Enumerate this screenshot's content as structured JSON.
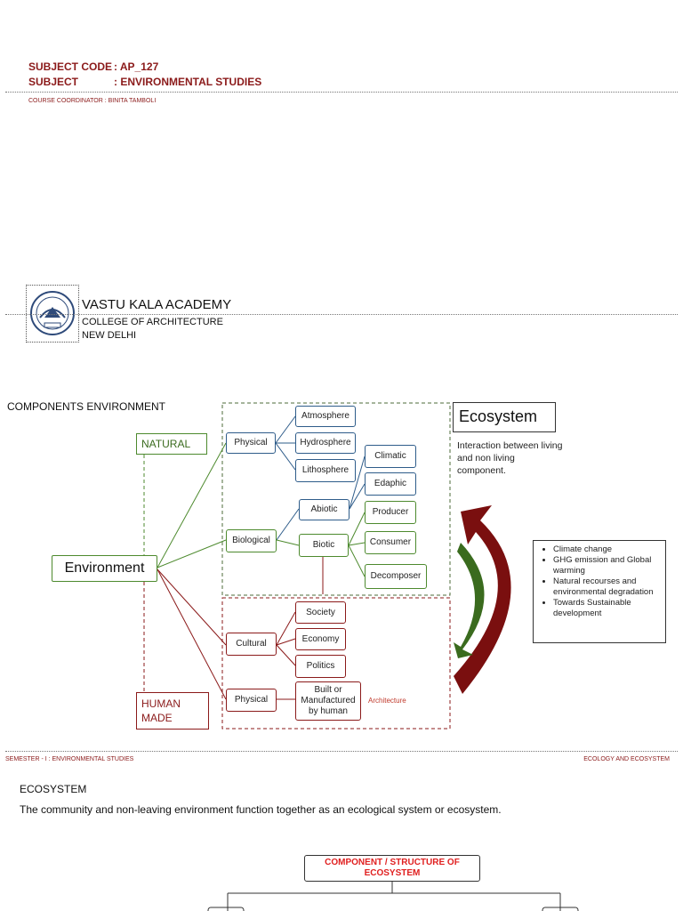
{
  "header": {
    "subject_code_label": "SUBJECT CODE",
    "subject_code_value": ": AP_127",
    "subject_label": "SUBJECT",
    "subject_value": ": ENVIRONMENTAL STUDIES",
    "coordinator": "COURSE COORDINATOR  :  BINITA TAMBOLI"
  },
  "academy": {
    "name": "VASTU KALA ACADEMY",
    "college": "COLLEGE OF ARCHITECTURE",
    "city": "NEW DELHI"
  },
  "diagram": {
    "heading": "COMPONENTS ENVIRONMENT",
    "natural": "NATURAL",
    "human_made_1": "HUMAN",
    "human_made_2": "MADE",
    "environment": "Environment",
    "physical": "Physical",
    "atmosphere": "Atmosphere",
    "hydrosphere": "Hydrosphere",
    "lithosphere": "Lithosphere",
    "climatic": "Climatic",
    "edaphic": "Edaphic",
    "abiotic": "Abiotic",
    "biological": "Biological",
    "biotic": "Biotic",
    "producer": "Producer",
    "consumer": "Consumer",
    "decomposer": "Decomposer",
    "cultural": "Cultural",
    "society": "Society",
    "economy": "Economy",
    "politics": "Politics",
    "physical_hm": "Physical",
    "built_1": "Built or",
    "built_2": "Manufactured",
    "built_3": "by human",
    "architecture": "Architecture",
    "ecosystem_title": "Ecosystem",
    "ecosystem_desc": "Interaction between living and non living component.",
    "issues": [
      "Climate change",
      "GHG emission and Global warming",
      "Natural recourses and environmental degradation",
      "Towards Sustainable development"
    ]
  },
  "footer": {
    "left": "SEMESTER - I : ENVIRONMENTAL STUDIES",
    "right": "ECOLOGY AND ECOSYSTEM"
  },
  "section2": {
    "title": "ECOSYSTEM",
    "text": "The community and non-leaving environment  function together  as an ecological system or ecosystem.",
    "component_1": "COMPONENT / STRUCTURE OF",
    "component_2": "ECOSYSTEM"
  },
  "colors": {
    "maroon": "#8b1a1a",
    "blue": "#2e5c8a",
    "green": "#4d8a2e"
  }
}
